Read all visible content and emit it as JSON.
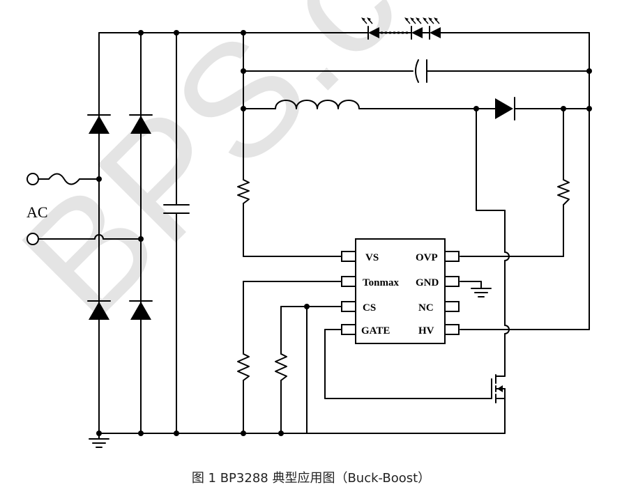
{
  "caption": "图 1 BP3288 典型应用图（Buck-Boost）",
  "watermark": "BPS.com",
  "ac_label": "AC",
  "ic_pins": {
    "left": [
      "VS",
      "Tonmax",
      "CS",
      "GATE"
    ],
    "right": [
      "OVP",
      "GND",
      "NC",
      "HV"
    ]
  }
}
